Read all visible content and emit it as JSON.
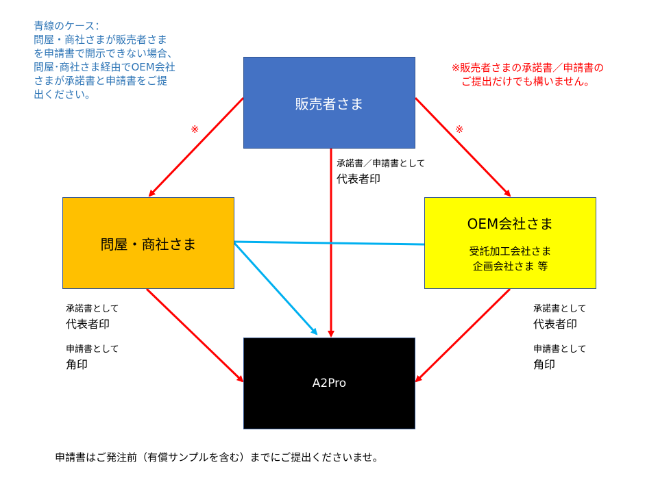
{
  "notes": {
    "blue_case": "青線のケース：\n問屋・商社さまが販売者さま\nを申請書で開示できない場合、\n問屋･商社さま経由でOEM会社\nさまが承諾書と申請書をご提\n出ください。",
    "red_note": "※販売者さまの承諾書／申請書の\nご提出だけでも構いません。",
    "bottom": "申請書はご発注前（有償サンプルを含む）までにご提出くださいませ。"
  },
  "boxes": {
    "seller": "販売者さま",
    "wholesaler": "問屋・商社さま",
    "oem_title": "OEM会社さま",
    "oem_sub1": "受託加工会社さま",
    "oem_sub2": "企画会社さま 等",
    "a2pro": "A2Pro"
  },
  "marks": {
    "left": "※",
    "right": "※"
  },
  "labels": {
    "center_small": "承諾書／申請書として",
    "center_big": "代表者印",
    "left_top_small": "承諾書として",
    "left_top_big": "代表者印",
    "left_bottom_small": "申請書として",
    "left_bottom_big": "角印",
    "right_top_small": "承諾書として",
    "right_top_big": "代表者印",
    "right_bottom_small": "申請書として",
    "right_bottom_big": "角印"
  },
  "colors": {
    "red_line": "#ff0000",
    "blue_line": "#00b0f0",
    "seller_fill": "#4472c4",
    "wholesaler_fill": "#ffc000",
    "oem_fill": "#ffff00",
    "a2pro_fill": "#000000"
  }
}
